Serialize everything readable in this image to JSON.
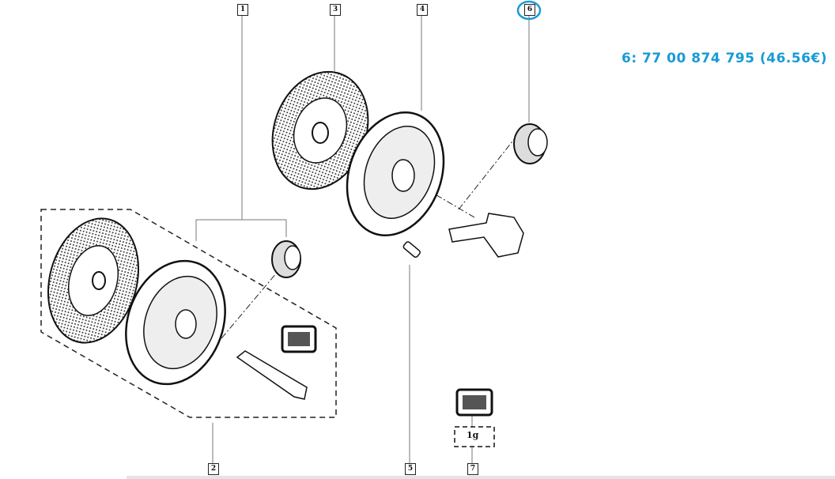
{
  "diagram": {
    "callouts": [
      {
        "id": "1",
        "label": "1"
      },
      {
        "id": "2",
        "label": "2"
      },
      {
        "id": "3",
        "label": "3"
      },
      {
        "id": "4",
        "label": "4"
      },
      {
        "id": "5",
        "label": "5"
      },
      {
        "id": "6",
        "label": "6"
      },
      {
        "id": "7",
        "label": "7"
      }
    ],
    "highlighted_callout": "6",
    "grease_quantity": "1g",
    "annotation": "6: 77 00 874 795 (46.56€)",
    "colors": {
      "annotation": "#1a9ad6",
      "line": "#222222"
    }
  }
}
